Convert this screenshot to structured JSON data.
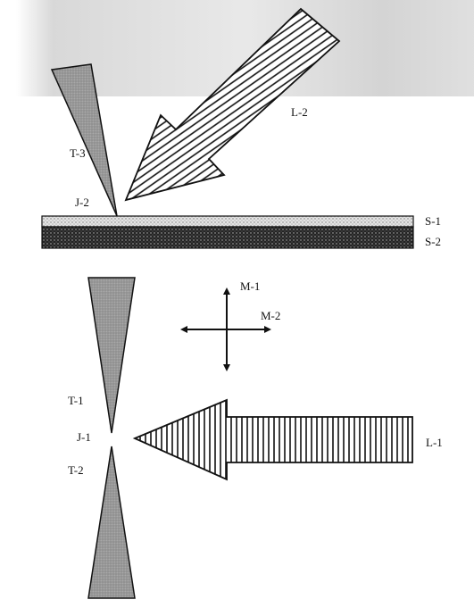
{
  "labels": {
    "l2": "L-2",
    "t3": "T-3",
    "j2": "J-2",
    "s1": "S-1",
    "s2": "S-2",
    "m1": "M-1",
    "m2": "M-2",
    "t1": "T-1",
    "j1": "J-1",
    "t2": "T-2",
    "l1": "L-1"
  },
  "colors": {
    "tip_gray": "#9c9c9c",
    "stroke": "#111111",
    "substrate_top": "#d9d9d9",
    "substrate_bottom": "#2a2a2a",
    "top_shading": "#cfcfcf"
  }
}
